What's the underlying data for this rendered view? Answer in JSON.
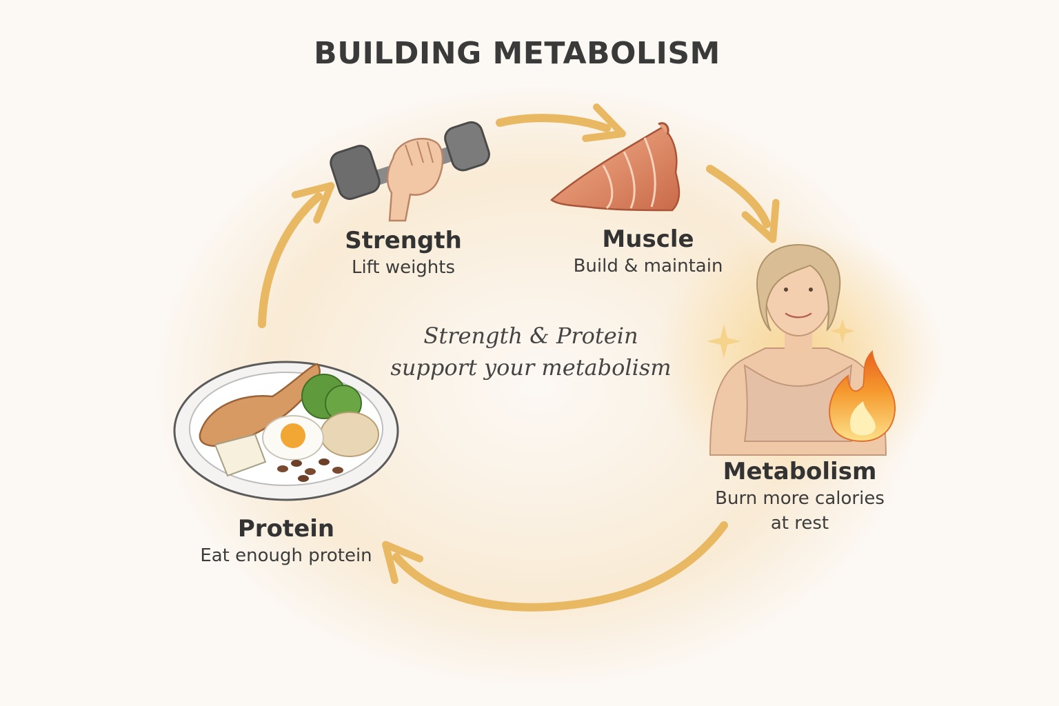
{
  "title": "BUILDING METABOLISM",
  "center_message": {
    "line1": "Strength & Protein",
    "line2": "support your metabolism"
  },
  "nodes": {
    "strength": {
      "name": "Strength",
      "description": "Lift weights",
      "icon": "dumbbell-icon"
    },
    "muscle": {
      "name": "Muscle",
      "description": "Build & maintain",
      "icon": "muscle-icon"
    },
    "metabolism": {
      "name": "Metabolism",
      "description_line1": "Burn more calories",
      "description_line2": "at rest",
      "icon": "woman-flame-icon"
    },
    "protein": {
      "name": "Protein",
      "description": "Eat enough protein",
      "icon": "protein-plate-icon"
    }
  },
  "colors": {
    "arrow": "#e8b862",
    "flame": "#f5892a",
    "text": "#333333"
  }
}
